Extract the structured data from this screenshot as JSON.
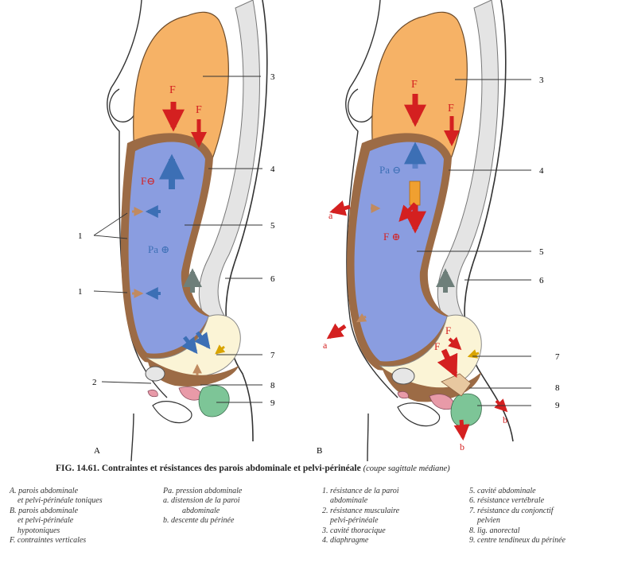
{
  "figure": {
    "panel_labels": [
      "A",
      "B"
    ],
    "panel_a": {
      "callouts": [
        "1",
        "1",
        "2",
        "3",
        "4",
        "5",
        "6",
        "7",
        "8",
        "9"
      ],
      "force_labels": [
        "F",
        "F",
        "F⊖",
        "Pa ⊕"
      ]
    },
    "panel_b": {
      "callouts": [
        "3",
        "4",
        "5",
        "6",
        "7",
        "8",
        "9"
      ],
      "force_labels": [
        "F",
        "F",
        "Pa ⊖",
        "F ⊕",
        "a",
        "a",
        "F",
        "F",
        "b",
        "b"
      ]
    }
  },
  "caption": {
    "title": "FIG. 14.61. Contraintes et résistances des parois abdominale et pelvi-périnéale",
    "subtitle": "(coupe sagittale médiane)"
  },
  "legend": {
    "col1": [
      "A. parois abdominale",
      "et pelvi-périnéale toniques",
      "B. parois abdominale",
      "et pelvi-périnéale",
      "hypotoniques",
      "F. contraintes verticales"
    ],
    "col2": [
      "Pa. pression abdominale",
      "a. distension de la paroi",
      "abdominale",
      "b. descente du périnée"
    ],
    "col3": [
      "1. résistance de la paroi",
      "abdominale",
      "2. résistance musculaire",
      "pelvi-périnéale",
      "3. cavité thoracique",
      "4. diaphragme"
    ],
    "col4": [
      "5. cavité abdominale",
      "6. résistance vertébrale",
      "7. résistance du conjonctif",
      "pelvien",
      "8. lig. anorectal",
      "9. centre tendineux du périnée"
    ]
  },
  "colors": {
    "thorax": "#f6b266",
    "abdomen": "#8a9de0",
    "wall": "#9c6b45",
    "force_red": "#d42020",
    "pressure_blue": "#3c6fb5",
    "spine": "#e4e4e4",
    "pelvic_fat": "#fbf4d6",
    "ligament_pink": "#e89aa8",
    "perineum_green": "#7dc597"
  }
}
